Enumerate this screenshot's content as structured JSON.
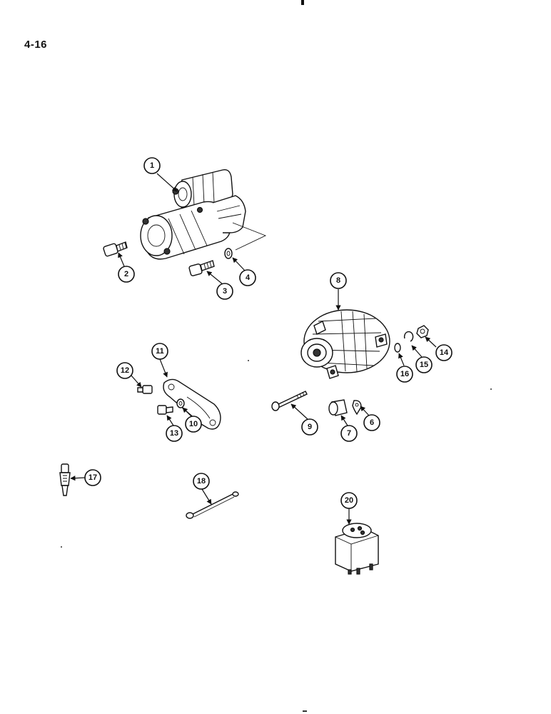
{
  "page_number": "4-16",
  "callouts": [
    "1",
    "2",
    "3",
    "4",
    "6",
    "7",
    "8",
    "9",
    "10",
    "11",
    "12",
    "13",
    "14",
    "15",
    "16",
    "17",
    "18",
    "20"
  ]
}
